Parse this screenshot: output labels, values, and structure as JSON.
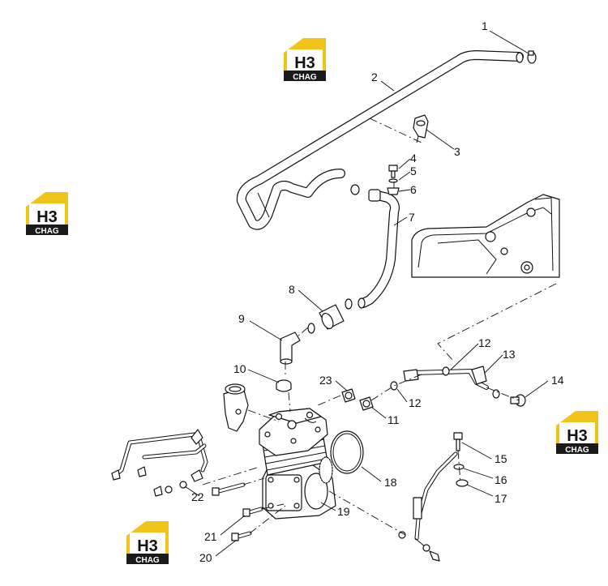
{
  "watermark": {
    "mark": "H3",
    "text": "CHAG",
    "color_yellow": "#f2c318",
    "color_dark": "#1a1a1a"
  },
  "callouts": [
    "1",
    "2",
    "3",
    "4",
    "5",
    "6",
    "7",
    "8",
    "9",
    "10",
    "11",
    "12",
    "12",
    "13",
    "14",
    "15",
    "16",
    "17",
    "18",
    "19",
    "20",
    "21",
    "22",
    "23"
  ]
}
